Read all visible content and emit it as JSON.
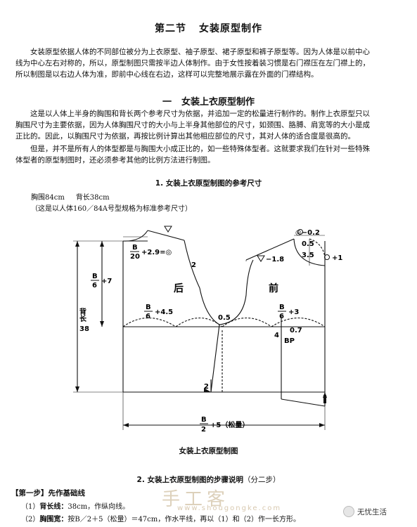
{
  "section_title": {
    "part1": "第二节",
    "part2": "女装原型制作"
  },
  "intro_lines": [
    "女装原型依据人体的不同部位被分为上衣原型、袖子原型、裙子原型和裤子原型等。因为人体是以前中心",
    "线为中心左右对称的，所以，原型制图只需按半边人体制作。由于女性按着装习惯是右门襟压在左门襟上的，",
    "所以制图是以右边人体为准，即前中心线在右边，这样可以完整地展示露在外面的门襟结构。"
  ],
  "heading1": {
    "num": "一",
    "text": "女装上衣原型制作"
  },
  "para2_lines": [
    "这是以人体上半身的胸围和背长两个参考尺寸为依据，并追加一定的松量进行制作的。制作上衣原型只以",
    "胸围尺寸为主要依据，因为人体胸围尺寸的大小与上半身其他部位的尺寸，如颈围、胳膊、肩宽等的大小是成",
    "正比的。因此，以胸围尺寸为依据，再按比例计算出其他相应部位的尺寸，其对人体的适合度是很高的。"
  ],
  "para3_lines": [
    "但是，并不是所有人的体型都是与胸围大小成正比的，如一些特殊体型者。这就要求我们在针对一些特殊",
    "体型者的原型制图时，还必须参考其他的比例方法进行制图。"
  ],
  "heading_ref": "1. 女装上衣原型制图的参考尺寸",
  "measures": {
    "bust": "胸围84cm",
    "back": "背长38cm"
  },
  "measure_note": "（这是以人体160／84A号型规格为标准参考尺寸）",
  "diagram": {
    "back_label": "后",
    "front_label": "前",
    "back_length_label": "背长",
    "back_length_value": "38",
    "lbl_b20": "B",
    "lbl_b20_den": "20",
    "lbl_b20_rest": "+2.9=◎",
    "lbl_b6_7": "B",
    "lbl_b6_7_den": "6",
    "lbl_b6_7_rest": "+7",
    "lbl_b6_45": "B",
    "lbl_b6_45_den": "6",
    "lbl_b6_45_rest": "+4.5",
    "lbl_b6_3": "B",
    "lbl_b6_3_den": "6",
    "lbl_b6_3_rest": "+3",
    "lbl_b2": "B",
    "lbl_b2_den": "2",
    "lbl_b2_rest": "+5（松量）",
    "lbl_02": "◎−0.2",
    "lbl_05a": "0.5",
    "lbl_35": "3.5",
    "lbl_p1": "+1",
    "lbl_18": "−1.8",
    "lbl_2a": "2",
    "lbl_05b": "0.5",
    "lbl_07": "0.7",
    "lbl_4": "4",
    "lbl_bp": "BP",
    "lbl_2b": "2",
    "caption": "女装上衣原型制图"
  },
  "heading_steps": {
    "text": "2. 女装上衣原型制图的步骤说明",
    "note": "（分二步）"
  },
  "step1": {
    "tag": "【第一步】",
    "text": "先作基础线"
  },
  "step_lines": [
    {
      "num": "（1）",
      "bold": "背长线：",
      "text": "38cm，作纵向线。"
    },
    {
      "num": "（2）",
      "bold": "胸围宽：",
      "text": "按B／2＋5（松量）＝47cm，作水平线，再以（1）和（2）作一长方形。"
    }
  ],
  "watermark": {
    "main": "手工客",
    "sub": "www.shougongke.com"
  },
  "brand": "无忧生活"
}
